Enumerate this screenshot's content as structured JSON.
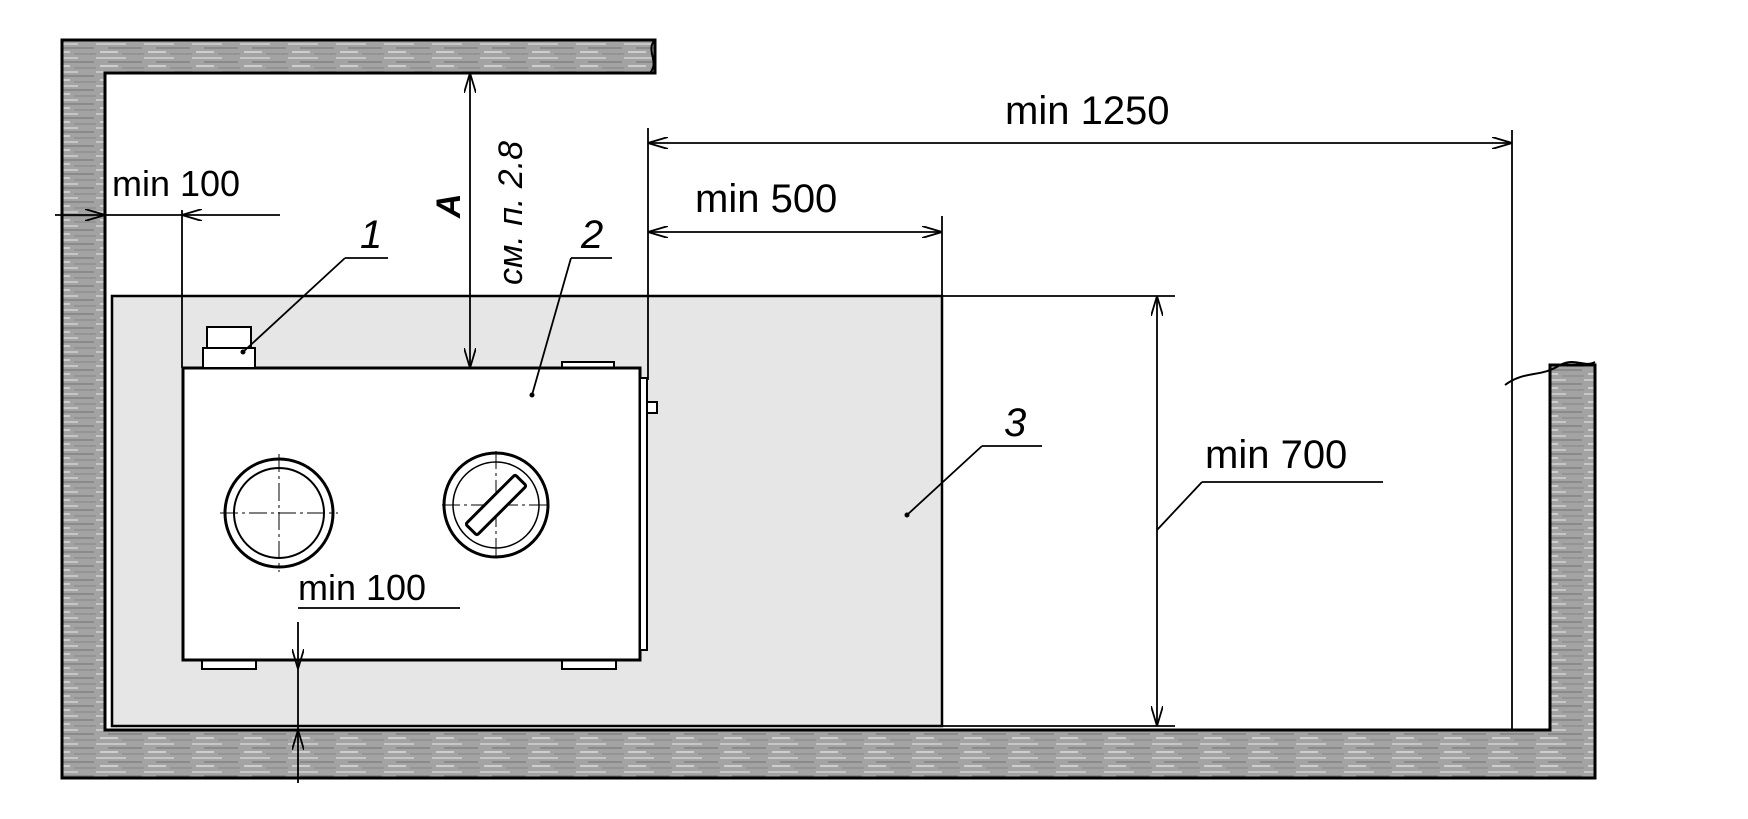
{
  "diagram": {
    "dimensions": {
      "wall_clearance_left": "min 100",
      "front_service_zone": "min 500",
      "front_clearance_total": "min 1250",
      "zone_depth": "min 700",
      "floor_clearance": "min 100",
      "top_clearance_label": "A",
      "top_clearance_note": "см. п. 2.8"
    },
    "callouts": {
      "part_1": "1",
      "part_2": "2",
      "part_3": "3"
    },
    "colors": {
      "wall_hatch": "#9a9a9a",
      "service_zone_fill": "#e6e6e6",
      "line": "#000000"
    }
  }
}
